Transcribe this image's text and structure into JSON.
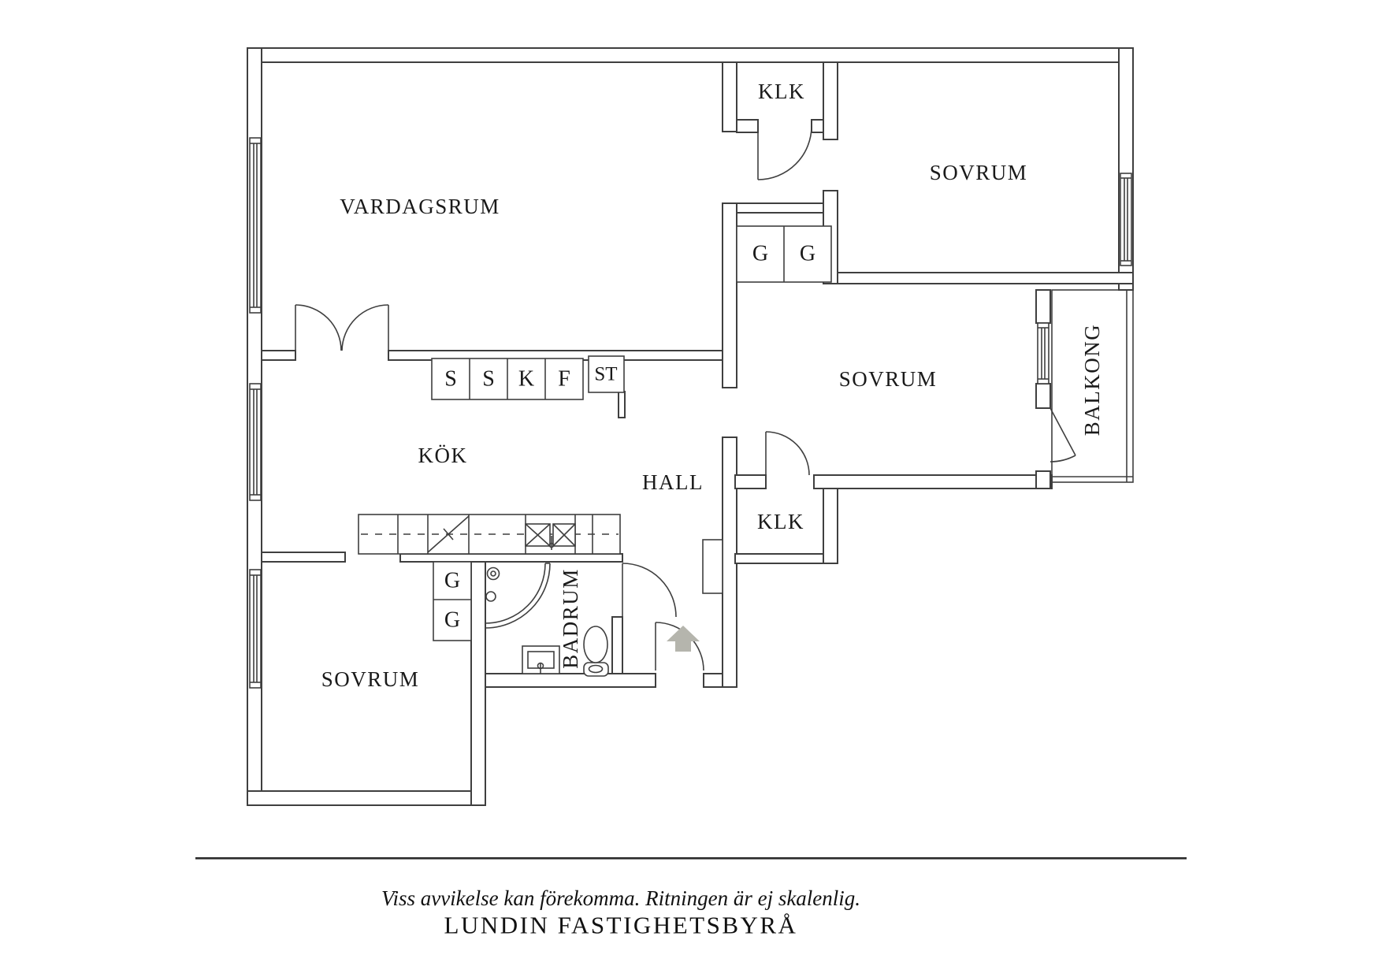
{
  "plan": {
    "rooms": {
      "vardagsrum": "VARDAGSRUM",
      "sovrum_top_right": "SOVRUM",
      "sovrum_middle": "SOVRUM",
      "sovrum_bottom_left": "SOVRUM",
      "kok": "KÖK",
      "hall": "HALL",
      "badrum": "BADRUM",
      "balkong": "BALKONG",
      "klk_top": "KLK",
      "klk_middle": "KLK"
    },
    "wardrobes": [
      "G",
      "G",
      "G",
      "G"
    ],
    "kitchen_units": [
      "S",
      "S",
      "K",
      "F",
      "ST"
    ]
  },
  "footer": {
    "disclaimer": "Viss avvikelse kan förekomma. Ritningen är ej skalenlig.",
    "brand": "LUNDIN FASTIGHETSBYRÅ"
  },
  "colors": {
    "line": "#3f3f3f",
    "text": "#1a1a1a",
    "arrow": "#b5b5ad"
  }
}
